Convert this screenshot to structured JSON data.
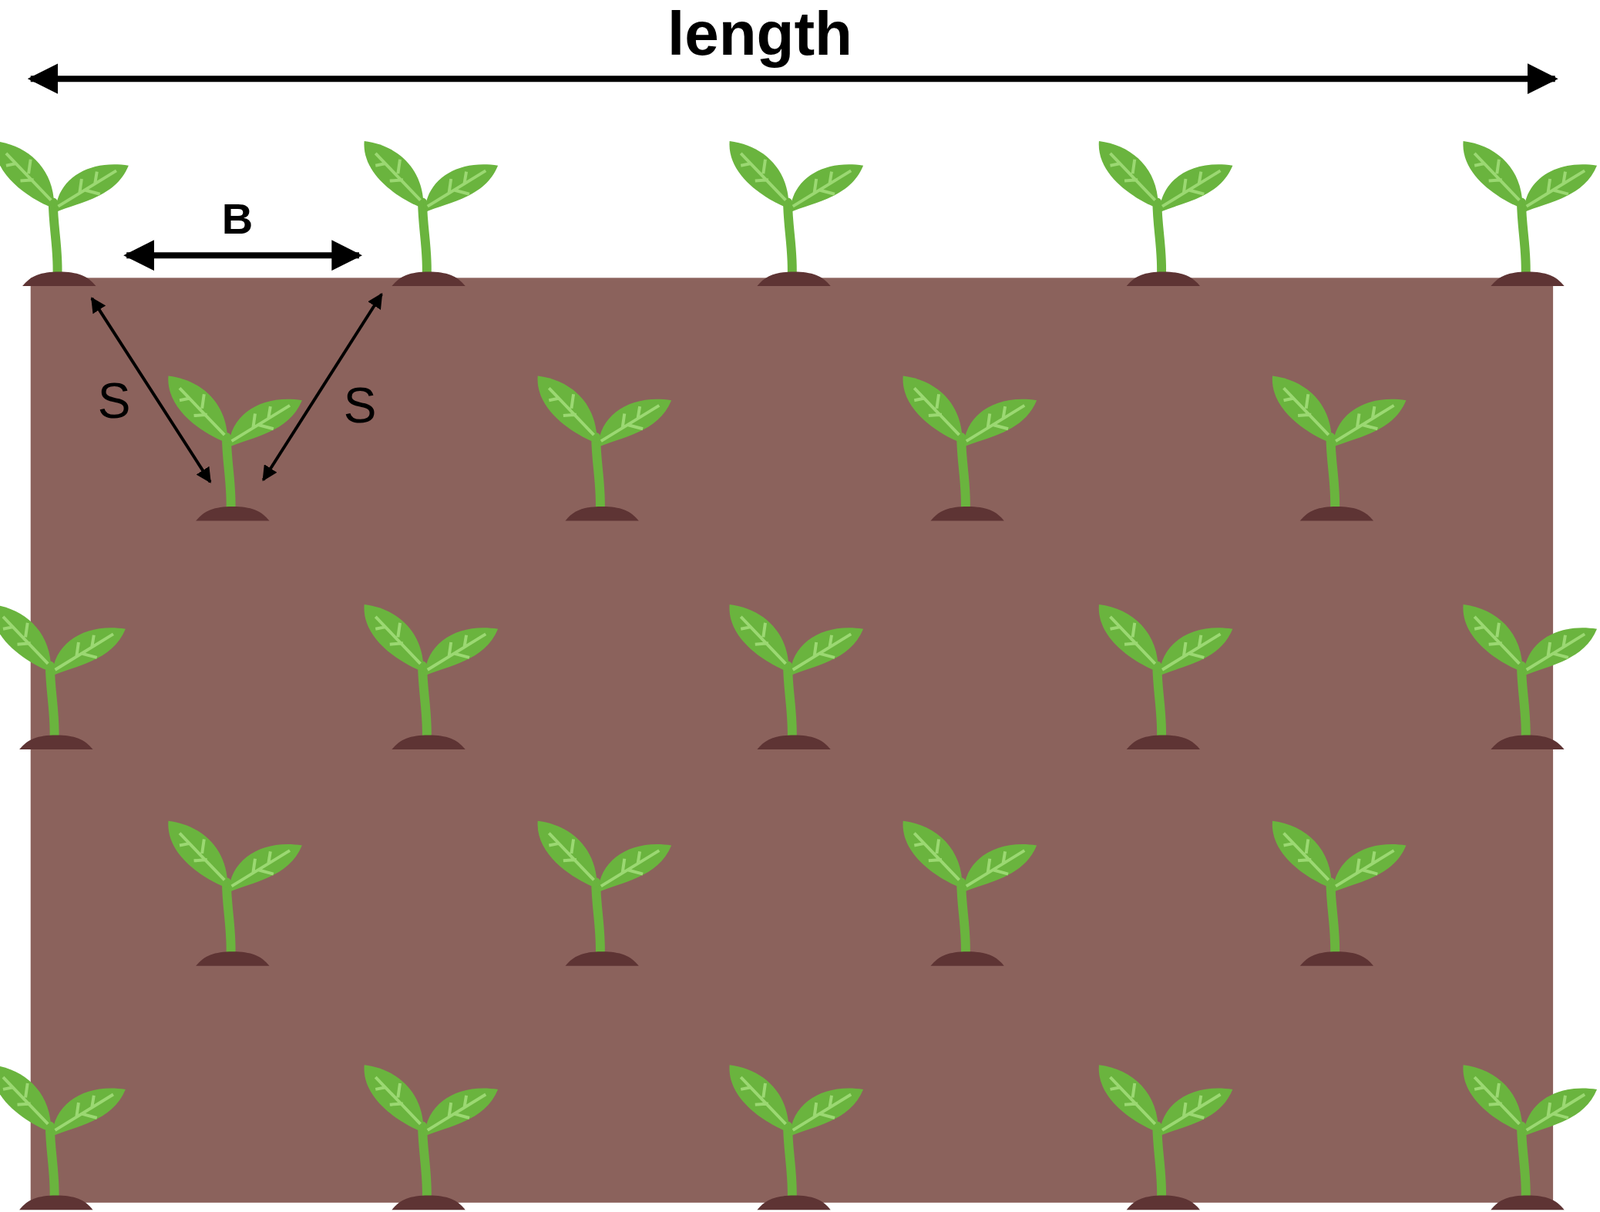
{
  "diagram": {
    "labels": [
      "length",
      "B",
      "S",
      "S"
    ]
  }
}
